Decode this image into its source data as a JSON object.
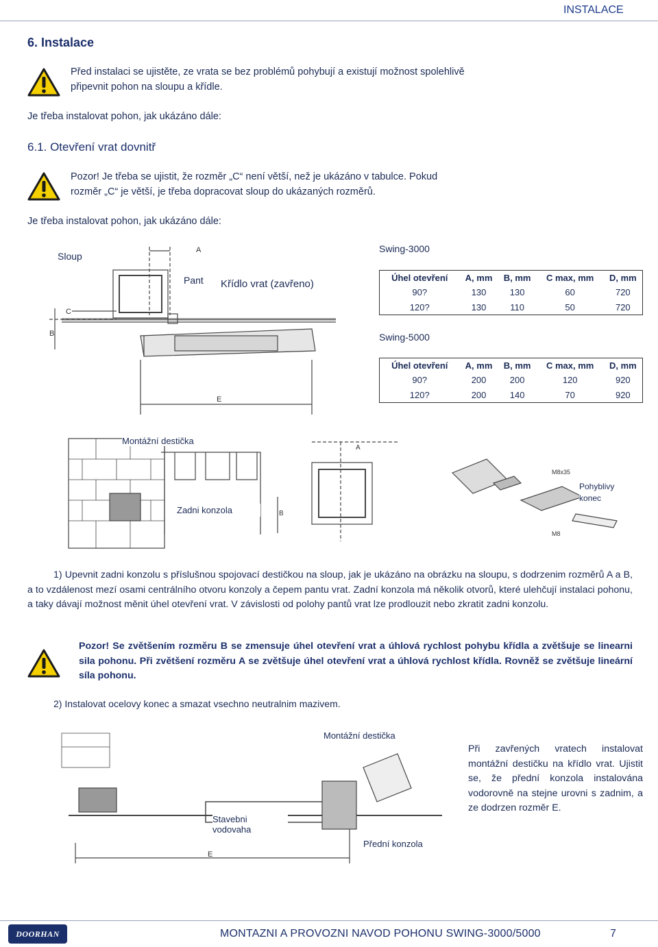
{
  "header": {
    "section_tag": "INSTALACE"
  },
  "title": "6. Instalace",
  "warning1": "Před instalaci se ujistěte, ze vrata se bez problémů pohybují a existují možnost spolehlivě připevnit pohon na sloupu a křídle.",
  "intro1": "Je třeba instalovat pohon, jak ukázáno dále:",
  "subtitle": "6.1. Otevření vrat dovnitř",
  "warning2_line1": "Pozor! Je třeba se ujistit, že rozměr „C“ není větší, než je ukázáno v tabulce. Pokud",
  "warning2_line2": "rozměr „C“ je větší, je třeba dopracovat sloup do ukázaných rozměrů.",
  "intro2": "Je třeba instalovat pohon, jak ukázáno dále:",
  "diagram1": {
    "sloup": "Sloup",
    "pant": "Pant",
    "kridlo": "Křídlo vrat (zavřeno)",
    "dim_a": "A",
    "dim_b": "B",
    "dim_c": "C",
    "dim_e": "E"
  },
  "tables": [
    {
      "title": "Swing-3000",
      "headers": [
        "Úhel otevření",
        "A, mm",
        "B, mm",
        "C max, mm",
        "D, mm"
      ],
      "rows": [
        [
          "90?",
          "130",
          "130",
          "60",
          "720"
        ],
        [
          "120?",
          "130",
          "110",
          "50",
          "720"
        ]
      ]
    },
    {
      "title": "Swing-5000",
      "headers": [
        "Úhel otevření",
        "A, mm",
        "B, mm",
        "C max, mm",
        "D, mm"
      ],
      "rows": [
        [
          "90?",
          "200",
          "200",
          "120",
          "920"
        ],
        [
          "120?",
          "200",
          "140",
          "70",
          "920"
        ]
      ]
    }
  ],
  "diagram2": {
    "montazni": "Montážní destička",
    "zadni": "Zadni konzola",
    "pohyblivy": "Pohyblivy konec",
    "m8x35": "M8x35",
    "m8": "M8",
    "dim_a": "A",
    "dim_b": "B"
  },
  "step1": "1) Upevnit zadni konzolu s příslušnou spojovací destičkou na sloup, jak je ukázáno na obrázku na sloupu, s dodrzenim rozměrů A a B, a to vzdálenost mezí osami centrálního otvoru konzoly a čepem pantu vrat. Zadní konzola má několik otvorů, které ulehčují instalaci pohonu, a taky dávají možnost měnit úhel otevření vrat. V závislosti od polohy pantů vrat lze prodlouzit nebo zkratit zadni konzolu.",
  "warning3": "Pozor! Se zvětšením rozměru B se zmensuje úhel otevření vrat a úhlová rychlost pohybu křídla a zvětšuje se linearni sila pohonu. Při zvětšení rozměru A se zvětšuje úhel otevření vrat a úhlová rychlost křídla. Rovněž se zvětšuje lineární síla pohonu.",
  "step2": "2) Instalovat ocelovy konec a smazat vsechno neutralnim mazivem.",
  "diagram3": {
    "montazni": "Montážní destička",
    "vodovaha": "Stavebni vodovaha",
    "predni": "Přední konzola",
    "dim_e": "E"
  },
  "side_note": "Při zavřených vratech instalovat montážní destičku na křídlo vrat. Ujistit se, že přední konzola instalována vodorovně na stejne urovni s zadnim, a ze dodrzen rozměr E.",
  "footer": {
    "logo": "DOORHAN",
    "manual_title": "MONTAZNI A PROVOZNI NAVOD POHONU SWING-3000/5000",
    "page_number": "7"
  },
  "colors": {
    "navy": "#1b2f6b",
    "warn_yellow": "#f5d000",
    "rule": "#1b2f6b"
  }
}
